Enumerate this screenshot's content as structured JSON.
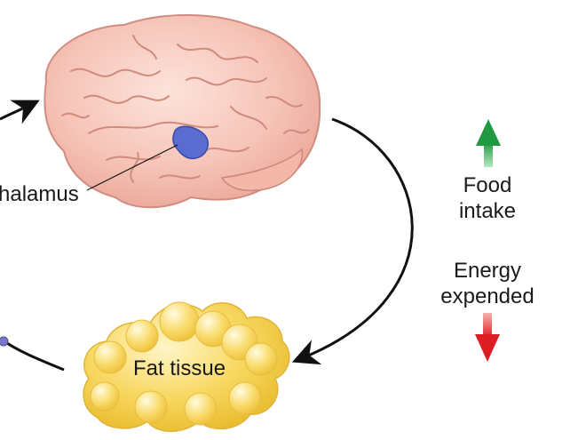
{
  "labels": {
    "hypothalamus": "halamus",
    "fat_tissue": "Fat tissue",
    "food_line1": "Food",
    "food_line2": "intake",
    "energy_line1": "Energy",
    "energy_line2": "expended"
  },
  "colors": {
    "brain": "#f6c4b8",
    "brain_outline": "#d08c80",
    "hypothalamus": "#5a6ccf",
    "fat": "#f8d862",
    "up_arrow": "#2aa84a",
    "down_arrow": "#e3262b",
    "cycle_arrow": "#111111"
  }
}
